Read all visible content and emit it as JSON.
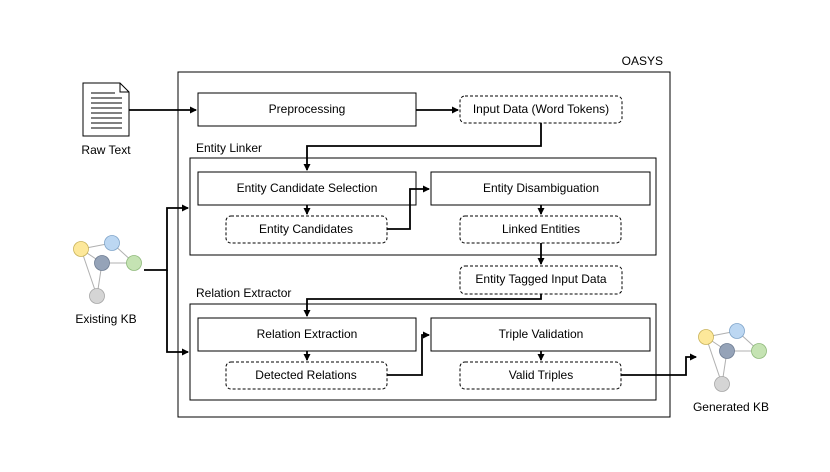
{
  "title": "OASYS",
  "inputs": {
    "raw_text": "Raw Text",
    "existing_kb": "Existing KB"
  },
  "output": {
    "generated_kb": "Generated KB"
  },
  "top": {
    "preprocessing": "Preprocessing",
    "input_data": "Input Data (Word Tokens)"
  },
  "entity_linker": {
    "title": "Entity Linker",
    "candidate_selection": "Entity Candidate Selection",
    "candidates": "Entity Candidates",
    "disambiguation": "Entity Disambiguation",
    "linked_entities": "Linked Entities"
  },
  "tagged_input": "Entity Tagged Input Data",
  "relation_extractor": {
    "title": "Relation Extractor",
    "relation_extraction": "Relation Extraction",
    "detected_relations": "Detected Relations",
    "triple_validation": "Triple Validation",
    "valid_triples": "Valid Triples"
  },
  "colors": {
    "node_yellow": "#fde89a",
    "node_blue": "#bcd7f2",
    "node_slate": "#95a3b8",
    "node_green": "#c5e3b3",
    "node_gray": "#d5d5d5"
  }
}
